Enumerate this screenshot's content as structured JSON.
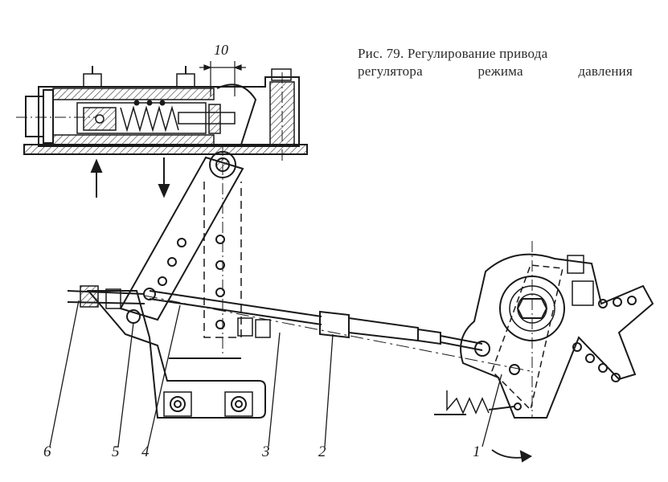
{
  "figure": {
    "caption_line1": "Рис. 79. Регулирование привода",
    "caption_line2_words": [
      "регулятора",
      "режима",
      "давления"
    ]
  },
  "dimension": {
    "value": "10"
  },
  "callouts": [
    {
      "key": "c1",
      "label": "1"
    },
    {
      "key": "c2",
      "label": "2"
    },
    {
      "key": "c3",
      "label": "3"
    },
    {
      "key": "c4",
      "label": "4"
    },
    {
      "key": "c5",
      "label": "5"
    },
    {
      "key": "c6",
      "label": "6"
    }
  ],
  "colors": {
    "ink": "#1a1a1a",
    "hatch": "#3a3a3a",
    "paper": "#ffffff"
  }
}
